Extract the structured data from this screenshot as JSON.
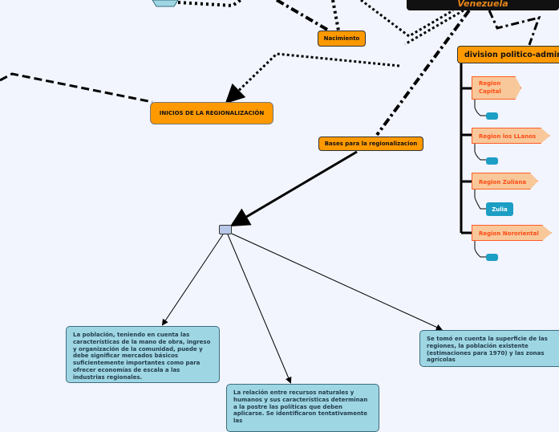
{
  "root": {
    "title": "Venezuela"
  },
  "nodes": {
    "nacimiento": "Nacimiento",
    "inicios": "INICIOS DE LA REGIONALIZACIÓN",
    "bases": "Bases para la regionalizacion",
    "division": "division politico-admini"
  },
  "regions": [
    {
      "label": "Region Capital",
      "child": ""
    },
    {
      "label": "Region los LLanos",
      "child": ""
    },
    {
      "label": "Region Zuliana",
      "child": "Zulia"
    },
    {
      "label": "Region Nororiental",
      "child": ""
    }
  ],
  "notes": [
    "La población, teniendo en cuenta las características de la mano de obra, ingreso y organización de la comunidad, puede y debe significar mercados básicos suficientemente importantes como para ofrecer economías de escala a las industrias regionales.",
    "La relación entre recursos naturales y humanos y sus características determinan a la postre las políticas que deben aplicarse. Se identificaron tentativamente las",
    "Se tomó en cuenta la superficie de las regiones, la población existente (estimaciones para 1970) y las zonas agrícolas"
  ],
  "colors": {
    "orange": "#ff9900",
    "region_fill": "#f8c89a",
    "region_text": "#ff4a14",
    "teal": "#1d9ec4",
    "note": "#9fd6e4",
    "background": "#f2f5fe"
  }
}
